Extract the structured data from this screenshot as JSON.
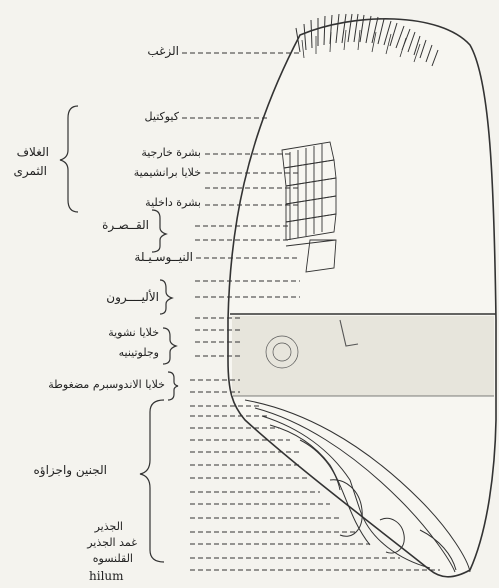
{
  "labels": {
    "bristles": "الزغب",
    "cuticle": "كيوكتيل",
    "outer_epidermis": "بشرة خارجية",
    "parenchyma": "خلايا برانشيمية",
    "inner_epidermis": "بشرة داخلية",
    "pericarp_line1": "الغلاف",
    "pericarp_line2": "الثمرى",
    "seed_coat": "القــصـرة",
    "nucellus": "النيــوسـيـلة",
    "aleurone": "الأليــــرون",
    "starch_gluten_line1": "خلايا نشوية",
    "starch_gluten_line2": "وجلوتينيه",
    "compressed_endosperm": "خلايا الاندوسبرم مضغوطة",
    "embryo": "الجنين واجزاؤه",
    "radicle": "الجذير",
    "coleorhiza": "غمد الجذير",
    "scutellum": "القلنسوه",
    "hilum": "hilum"
  },
  "colors": {
    "ink": "#333333",
    "paper": "#f4f3ee"
  }
}
